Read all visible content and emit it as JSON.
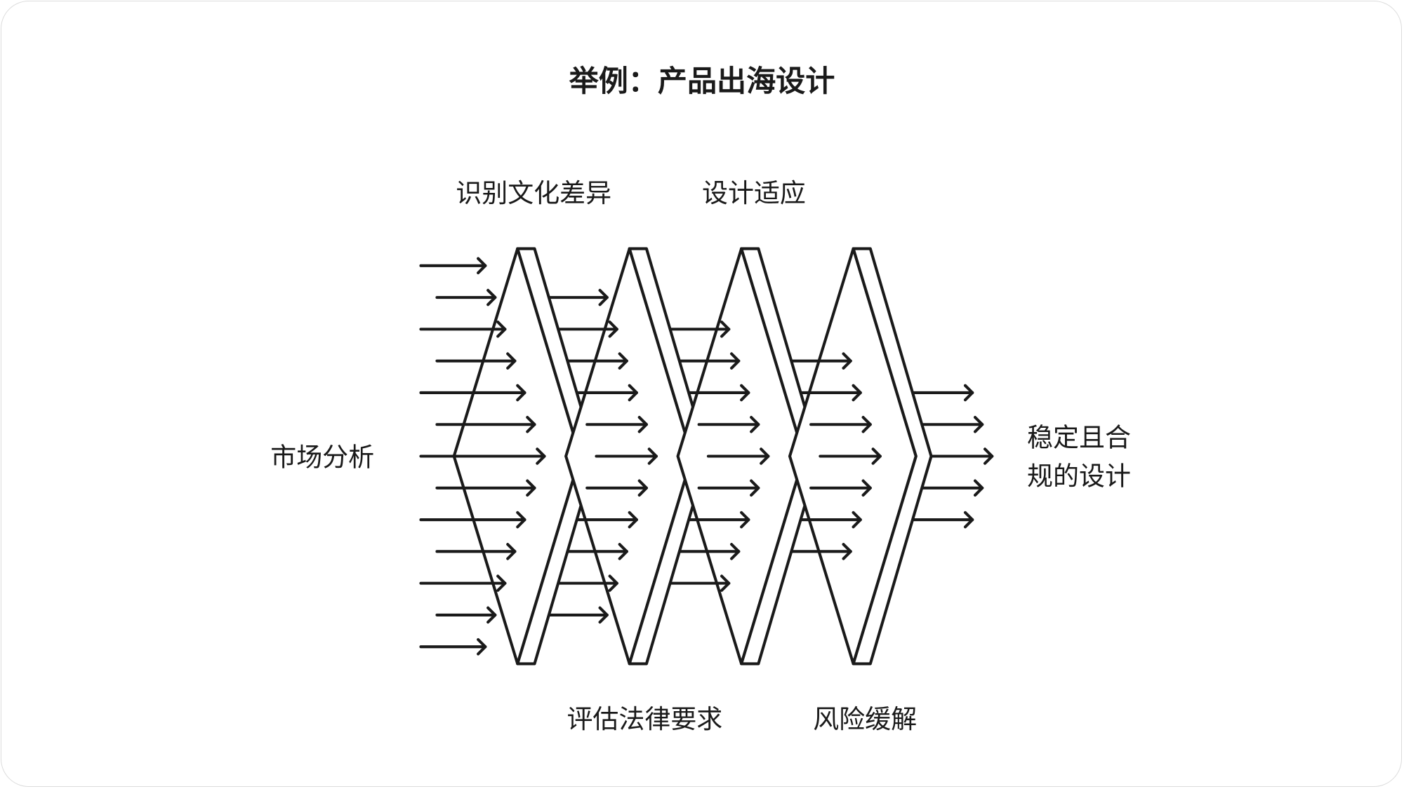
{
  "title": "举例：产品出海设计",
  "labels": {
    "input": "市场分析",
    "stage1_top": "识别文化差异",
    "stage2_bottom": "评估法律要求",
    "stage3_top": "设计适应",
    "stage4_bottom": "风险缓解",
    "output_line1": "稳定且合",
    "output_line2": "规的设计"
  },
  "diagram": {
    "stages": 4,
    "arrow_columns": [
      13,
      11,
      9,
      7,
      5
    ],
    "stroke_color": "#1a1a1a"
  }
}
